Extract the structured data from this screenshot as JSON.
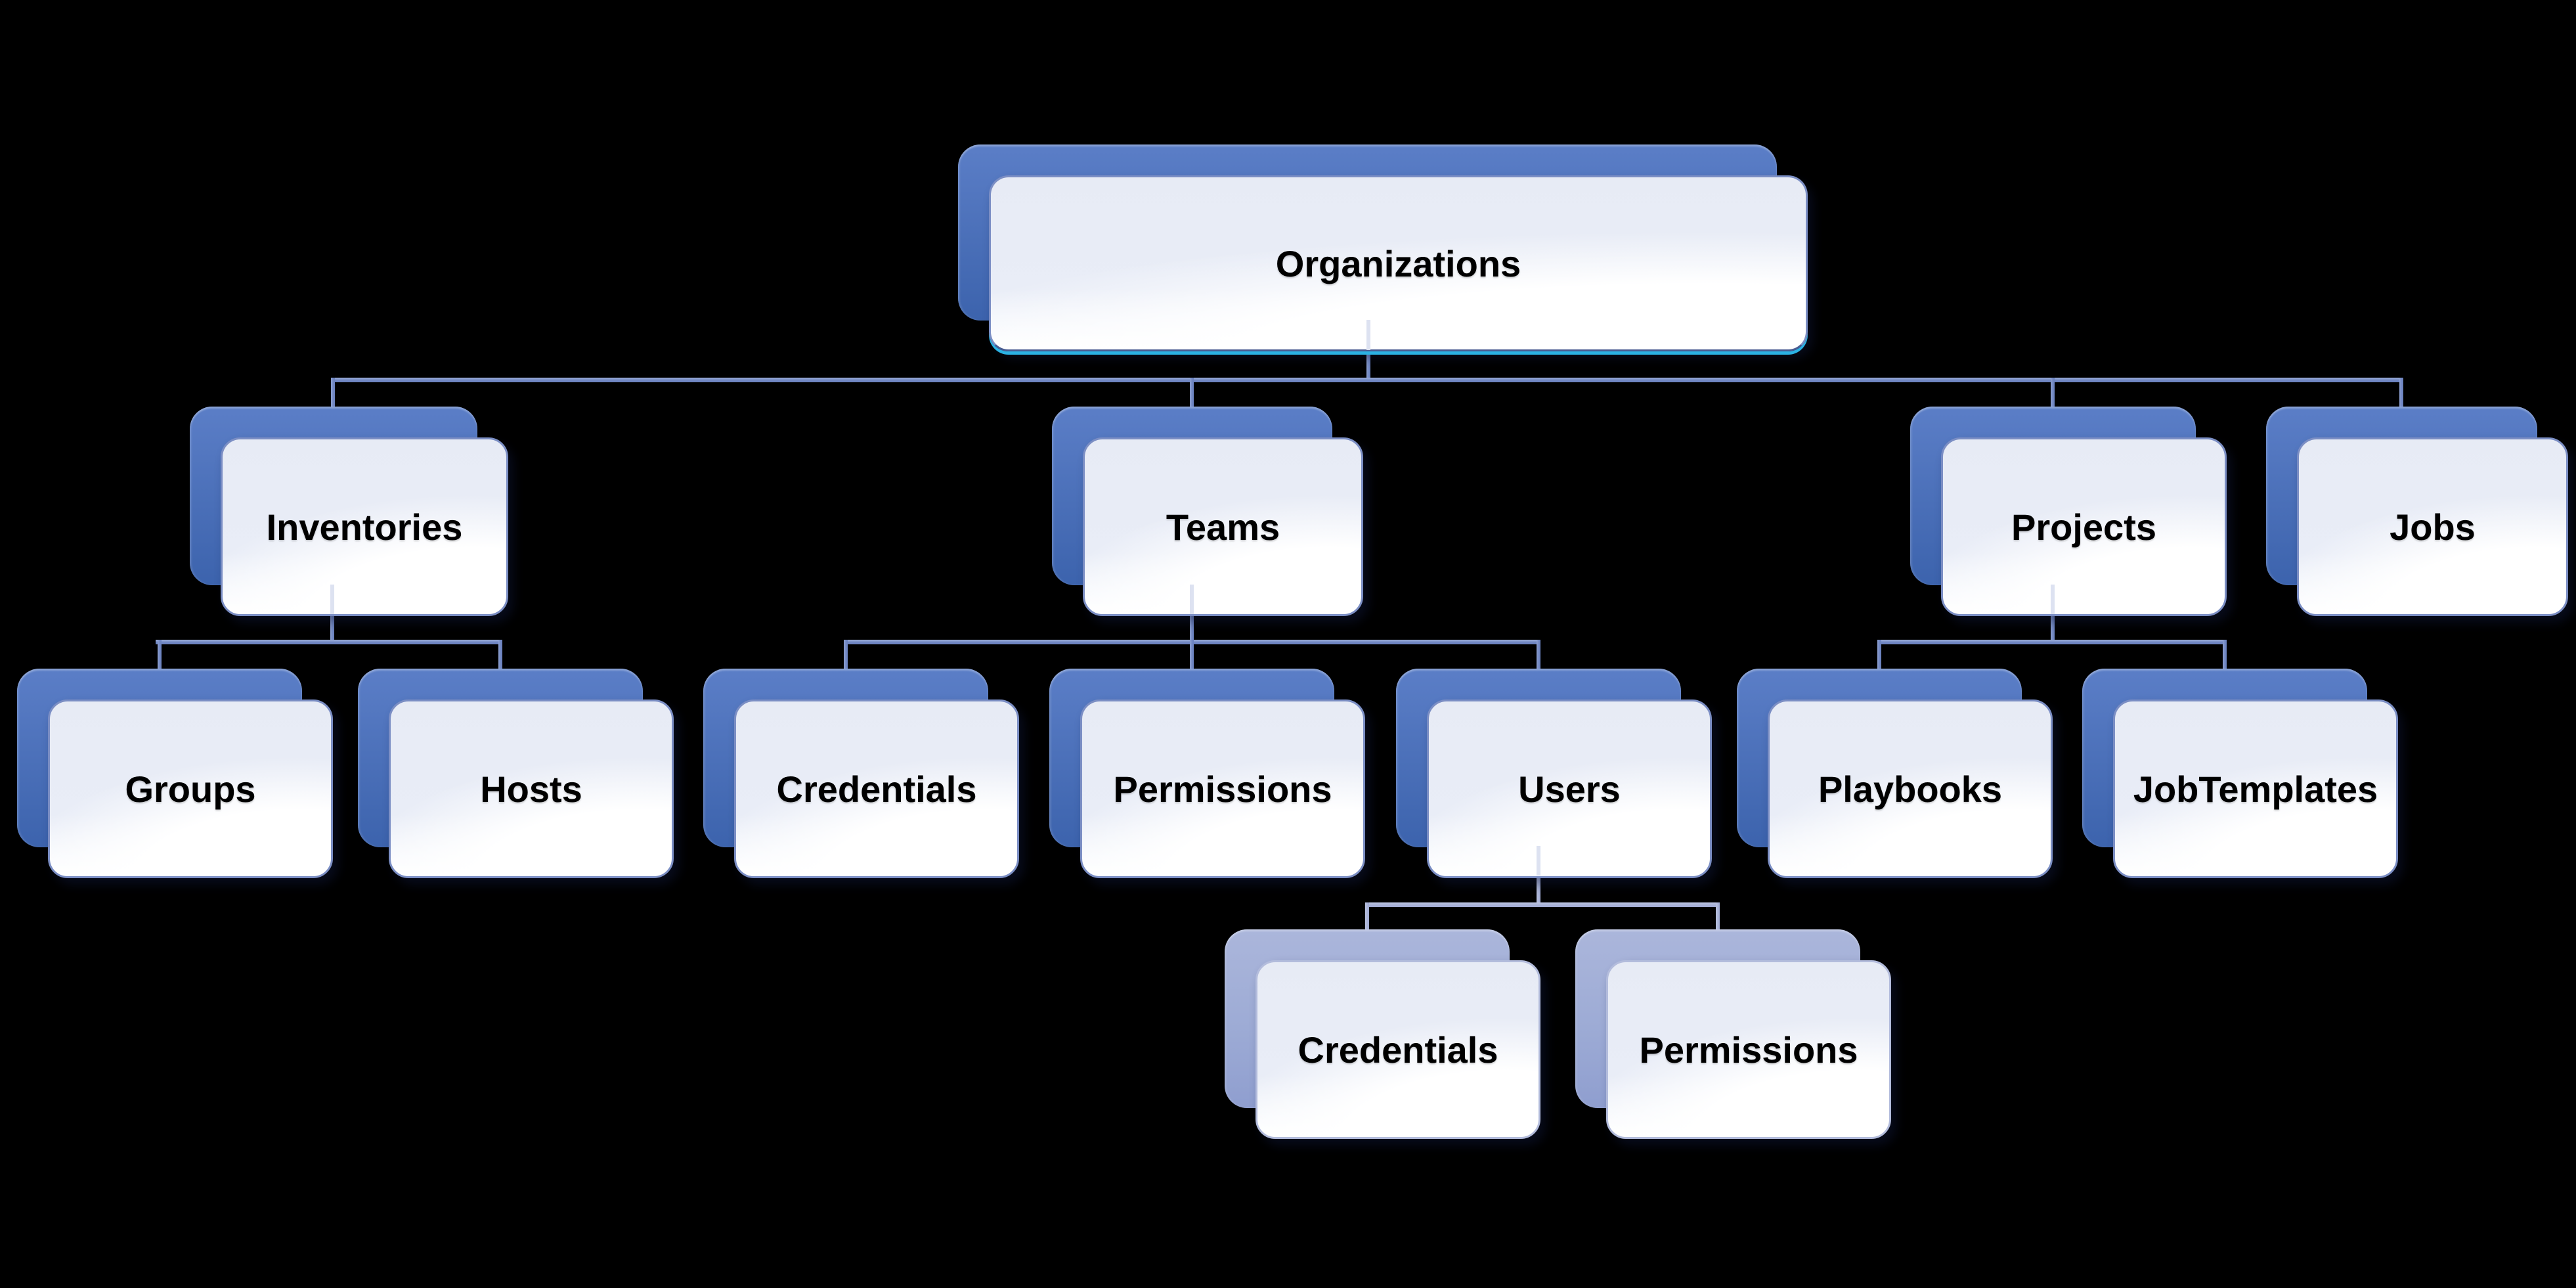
{
  "diagram": {
    "type": "org-hierarchy",
    "background": "#000000",
    "root": "Organizations",
    "levels": 4
  },
  "nodes": {
    "organizations": {
      "label": "Organizations",
      "level": 1,
      "parent": null
    },
    "inventories": {
      "label": "Inventories",
      "level": 2,
      "parent": "Organizations"
    },
    "teams": {
      "label": "Teams",
      "level": 2,
      "parent": "Organizations"
    },
    "projects": {
      "label": "Projects",
      "level": 2,
      "parent": "Organizations"
    },
    "jobs": {
      "label": "Jobs",
      "level": 2,
      "parent": "Organizations"
    },
    "groups": {
      "label": "Groups",
      "level": 3,
      "parent": "Inventories"
    },
    "hosts": {
      "label": "Hosts",
      "level": 3,
      "parent": "Inventories"
    },
    "teams_credentials": {
      "label": "Credentials",
      "level": 3,
      "parent": "Teams"
    },
    "teams_permissions": {
      "label": "Permissions",
      "level": 3,
      "parent": "Teams"
    },
    "users": {
      "label": "Users",
      "level": 3,
      "parent": "Teams"
    },
    "playbooks": {
      "label": "Playbooks",
      "level": 3,
      "parent": "Projects"
    },
    "jobtemplates": {
      "label": "JobTemplates",
      "level": 3,
      "parent": "Projects"
    },
    "users_credentials": {
      "label": "Credentials",
      "level": 4,
      "parent": "Users"
    },
    "users_permissions": {
      "label": "Permissions",
      "level": 4,
      "parent": "Users"
    }
  },
  "colors": {
    "background": "#000000",
    "shadow_box_top": "#5b7ec7",
    "shadow_box_bottom": "#3c63ad",
    "muted_shadow_box_top": "#abb6db",
    "muted_shadow_box_bottom": "#8f9ecf",
    "card_fill_top": "#e7ebf5",
    "card_fill_bottom": "#ffffff",
    "card_border": "#7b8ec4",
    "muted_card_border": "#b3bcdc",
    "connector": "#7187c3",
    "connector_muted": "#a9b3d8",
    "root_accent_cyan": "#2bb2e4",
    "label_text": "#000000"
  }
}
